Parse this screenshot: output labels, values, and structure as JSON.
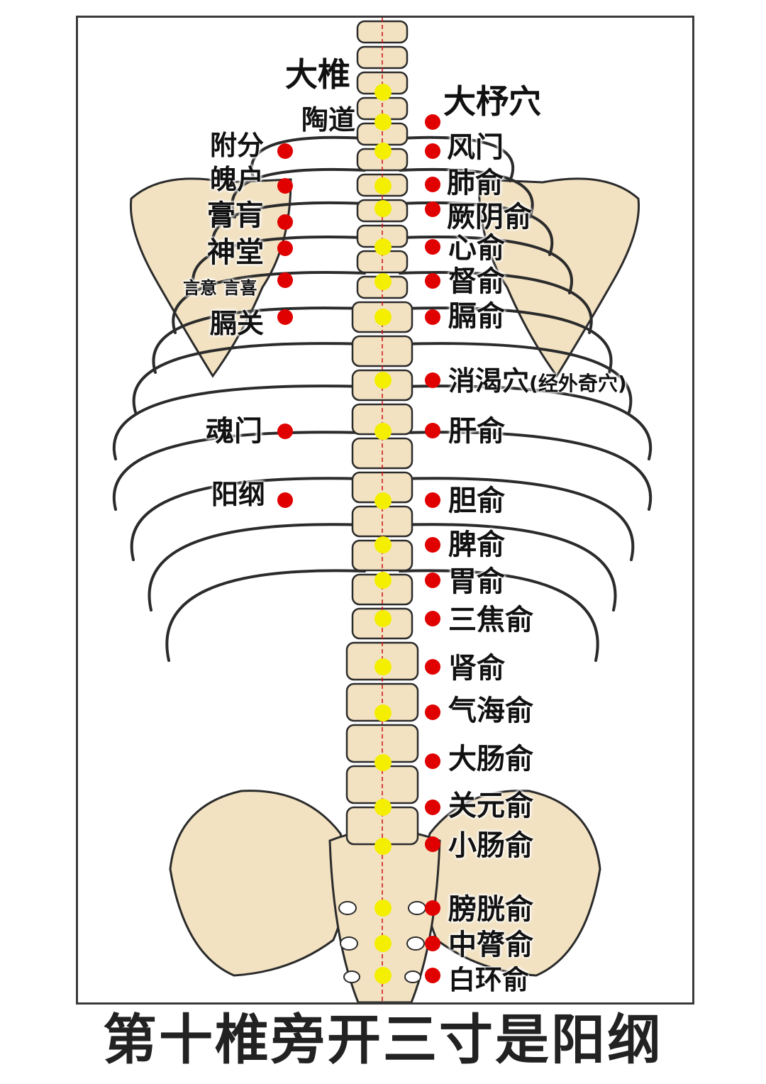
{
  "caption": "第十椎旁开三寸是阳纲",
  "colors": {
    "bone": "#f2e2c2",
    "bone_shadow": "#d9bf8c",
    "outline": "#2b2b2b",
    "midline": "#d01010",
    "point_red": "#e00000",
    "point_yellow": "#f4ee00"
  },
  "labels": {
    "dazhui": "大椎",
    "taodao": "陶道",
    "dazhu": "大杼穴",
    "fufen": "附分",
    "pohu": "魄户",
    "gaohuang": "膏肓",
    "shentang": "神堂",
    "yixi": "言意 言喜",
    "geguan": "膈关",
    "hunmen": "魂门",
    "yanggang": "阳纲",
    "fengmen": "风门",
    "feishu": "肺俞",
    "jueyinshu": "厥阴俞",
    "xinshu": "心俞",
    "dushu": "督俞",
    "geshu": "膈俞",
    "xiaoke": "消渴穴",
    "xiaoke_note": "(经外奇穴)",
    "ganshu": "肝俞",
    "danshu": "胆俞",
    "pishu": "脾俞",
    "weishu": "胃俞",
    "sanjiaoshu": "三焦俞",
    "shenshu": "肾俞",
    "qihaishu": "气海俞",
    "dachangshu": "大肠俞",
    "guanyuanshu": "关元俞",
    "xiaochangshu": "小肠俞",
    "pangguangshu": "膀胱俞",
    "zhonglushu": "中膂俞",
    "baihuanshu": "白环俞"
  }
}
